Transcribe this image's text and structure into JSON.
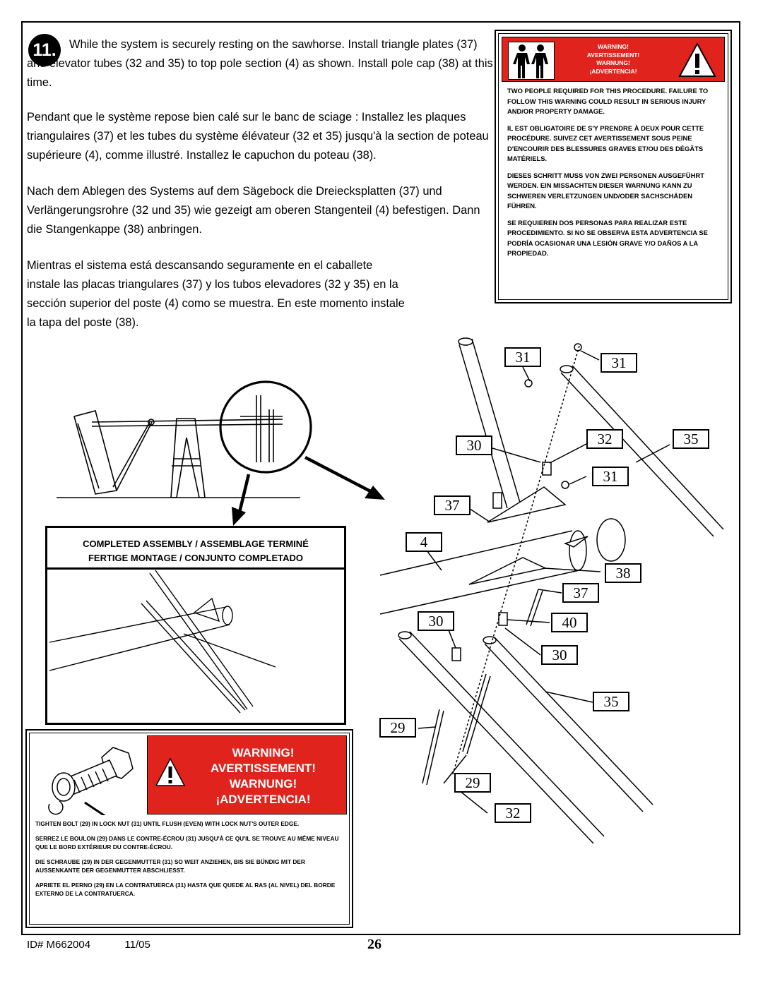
{
  "step": {
    "number": "11."
  },
  "instructions": {
    "en_line1": "While the system is securely resting on the sawhorse. Install triangle plates (37) and elevator tubes (32 and 35) to top pole section (4) as shown. Install pole cap (38) at this time.",
    "fr": "Pendant que le système repose bien calé sur le banc de sciage : Installez les plaques triangulaires (37) et les tubes du système élévateur (32 et 35) jusqu'à la section de poteau supérieure (4), comme illustré. Installez le capuchon du poteau (38).",
    "de": "Nach dem Ablegen des Systems auf dem Sägebock die Dreiecksplatten (37) und Verlängerungsrohre (32 und 35) wie gezeigt am oberen Stangenteil (4) befestigen. Dann die Stangenkappe (38) anbringen.",
    "es": "Mientras el sistema está descansando seguramente en el caballete instale las placas triangulares (37) y los tubos elevadores (32 y 35) en la sección superior del poste (4) como se muestra. En este momento instale la tapa del poste (38)."
  },
  "warning_top": {
    "titles": [
      "WARNING!",
      "AVERTISSEMENT!",
      "WARNUNG!",
      "¡ADVERTENCIA!"
    ],
    "paragraphs": [
      "TWO PEOPLE REQUIRED FOR THIS PROCEDURE. FAILURE TO FOLLOW THIS WARNING COULD RESULT IN SERIOUS INJURY AND/OR PROPERTY DAMAGE.",
      "IL EST OBLIGATOIRE DE S'Y PRENDRE À DEUX POUR CETTE PROCÉDURE. SUIVEZ CET AVERTISSEMENT SOUS PEINE D'ENCOURIR DES BLESSURES GRAVES ET/OU DES DÉGÂTS MATÉRIELS.",
      "DIESES SCHRITT MUSS VON ZWEI PERSONEN AUSGEFÜHRT WERDEN. EIN MISSACHTEN DIESER WARNUNG KANN ZU SCHWEREN VERLETZUNGEN UND/ODER SACHSCHÄDEN FÜHREN.",
      "SE REQUIEREN DOS PERSONAS PARA REALIZAR ESTE PROCEDIMIENTO. SI NO SE OBSERVA ESTA ADVERTENCIA SE PODRÍA OCASIONAR UNA LESIÓN GRAVE Y/O DAÑOS A LA PROPIEDAD."
    ]
  },
  "completed": {
    "line1": "COMPLETED ASSEMBLY / ASSEMBLAGE TERMINÉ",
    "line2": "FERTIGE MONTAGE / CONJUNTO COMPLETADO"
  },
  "warning_bottom": {
    "titles": [
      "WARNING!",
      "AVERTISSEMENT!",
      "WARNUNG!",
      "¡ADVERTENCIA!"
    ],
    "paragraphs": [
      "TIGHTEN BOLT (29) IN LOCK NUT (31) UNTIL FLUSH (EVEN) WITH LOCK NUT'S OUTER EDGE.",
      "SERREZ LE BOULON (29) DANS LE CONTRE-ÉCROU (31) JUSQU'À CE QU'IL SE TROUVE AU MÊME NIVEAU QUE LE BORD EXTÉRIEUR DU CONTRE-ÉCROU.",
      "DIE SCHRAUBE (29) IN DER GEGENMUTTER (31) SO WEIT ANZIEHEN, BIS SIE BÜNDIG MIT DER AUSSENKANTE DER GEGENMUTTER ABSCHLIESST.",
      "APRIETE EL PERNO (29) EN LA CONTRATUERCA (31) HASTA QUE QUEDE AL RAS (AL NIVEL) DEL BORDE EXTERNO DE LA CONTRATUERCA."
    ]
  },
  "callouts": [
    "31",
    "31",
    "32",
    "35",
    "30",
    "31",
    "37",
    "4",
    "38",
    "37",
    "30",
    "40",
    "30",
    "35",
    "29",
    "29",
    "32"
  ],
  "footer": {
    "id": "ID# M662004",
    "date": "11/05",
    "page": "26"
  },
  "colors": {
    "warning_red": "#e0241d"
  }
}
